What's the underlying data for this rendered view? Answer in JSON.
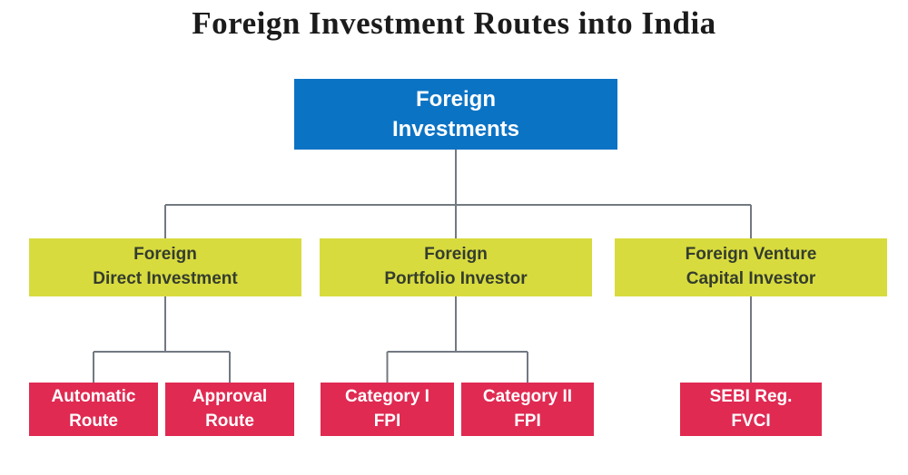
{
  "title": "Foreign Investment Routes into India",
  "colors": {
    "background": "#ffffff",
    "title_text": "#1b1b1b",
    "root_fill": "#0b73c4",
    "root_text": "#ffffff",
    "branch_fill": "#d8db3e",
    "branch_text": "#343d2d",
    "leaf_fill": "#e02a52",
    "leaf_text": "#ffffff",
    "connector": "#737981"
  },
  "nodes": {
    "root": {
      "label": "Foreign\nInvestments"
    },
    "fdi": {
      "label": "Foreign\nDirect Investment"
    },
    "fpi": {
      "label": "Foreign\nPortfolio Investor"
    },
    "fvci": {
      "label": "Foreign Venture\nCapital Investor"
    },
    "automatic": {
      "label": "Automatic\nRoute"
    },
    "approval": {
      "label": "Approval\nRoute"
    },
    "cat1": {
      "label": "Category I\nFPI"
    },
    "cat2": {
      "label": "Category II\nFPI"
    },
    "sebi": {
      "label": "SEBI Reg.\nFVCI"
    }
  },
  "edges": [
    {
      "from": "root",
      "to": "fdi"
    },
    {
      "from": "root",
      "to": "fpi"
    },
    {
      "from": "root",
      "to": "fvci"
    },
    {
      "from": "fdi",
      "to": "automatic"
    },
    {
      "from": "fdi",
      "to": "approval"
    },
    {
      "from": "fpi",
      "to": "cat1"
    },
    {
      "from": "fpi",
      "to": "cat2"
    },
    {
      "from": "fvci",
      "to": "sebi"
    }
  ]
}
